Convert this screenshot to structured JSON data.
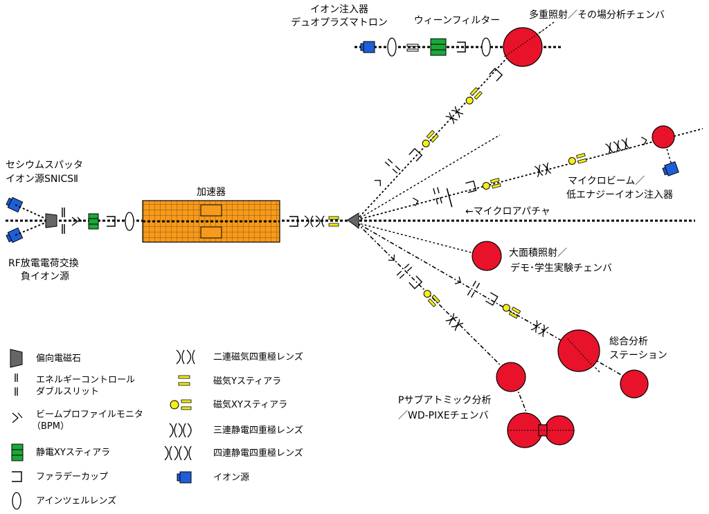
{
  "sources": {
    "cesium": [
      "セシウムスパッタ",
      "イオン源SNICSⅡ"
    ],
    "rf": [
      "RF放電電荷交換",
      "負イオン源"
    ]
  },
  "accelerator": "加速器",
  "beamlines": {
    "top_source": [
      "イオン注入器",
      "デュオプラズマトロン"
    ],
    "wien": "ウィーンフィルター",
    "multi_chamber": "多重照射／その場分析チェンバ",
    "microbeam": [
      "マイクロビーム／",
      "低エナジーイオン注入器"
    ],
    "microaperture": "←マイクロアパチャ",
    "large_area": [
      "大面積照射／",
      "デモ･学生実験チェンバ"
    ],
    "general": [
      "総合分析",
      "ステーション"
    ],
    "pixe": [
      "Pサブアトミック分析",
      "／WD-PIXEチェンバ"
    ]
  },
  "legend": [
    {
      "icon": "bending-magnet",
      "label": [
        "偏向電磁石"
      ]
    },
    {
      "icon": "double-slit",
      "label": [
        "エネルギーコントロール",
        "ダブルスリット"
      ]
    },
    {
      "icon": "bpm",
      "label": [
        "ビームプロファイルモニタ",
        "（BPM）"
      ]
    },
    {
      "icon": "es-steerer",
      "label": [
        "静電XYスティアラ"
      ]
    },
    {
      "icon": "faraday-cup",
      "label": [
        "ファラデーカップ"
      ]
    },
    {
      "icon": "einzel-lens",
      "label": [
        "アインツェルレンズ"
      ]
    },
    {
      "icon": "mag-doublet",
      "label": [
        "二連磁気四重極レンズ"
      ]
    },
    {
      "icon": "mag-y-steerer",
      "label": [
        "磁気Yスティアラ"
      ]
    },
    {
      "icon": "mag-xy-steerer",
      "label": [
        "磁気XYスティアラ"
      ]
    },
    {
      "icon": "es-triplet",
      "label": [
        "三連静電四重極レンズ"
      ]
    },
    {
      "icon": "es-quadruplet",
      "label": [
        "四連静電四重極レンズ"
      ]
    },
    {
      "icon": "ion-source",
      "label": [
        "イオン源"
      ]
    }
  ],
  "colors": {
    "chamber": "#e8132b",
    "accelerator": "#f59a1c",
    "steerer_green": "#1aa83a",
    "magnet_yellow": "#f6ef16",
    "source_blue": "#1f5fd6",
    "magnet_gray": "#666666"
  }
}
